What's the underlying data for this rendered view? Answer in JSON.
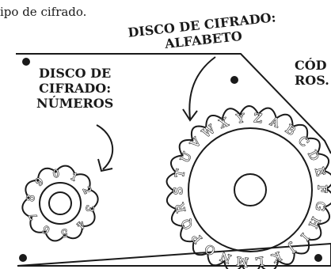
{
  "caption": "ipo de cifrado.",
  "labels": {
    "alphabet": [
      "DISCO DE CIFRADO:",
      "ALFABETO"
    ],
    "numbers": [
      "DISCO DE",
      "CIFRADO:",
      "NÚMEROS"
    ],
    "code": [
      "CÓD",
      "ROS."
    ]
  },
  "wheels": {
    "alphabet_letters": [
      "A",
      "B",
      "C",
      "D",
      "E",
      "F",
      "G",
      "H",
      "I",
      "J",
      "K",
      "L",
      "M",
      "N",
      "O",
      "P",
      "Q",
      "R",
      "S",
      "T",
      "U",
      "V",
      "W",
      "X",
      "Y",
      "Z"
    ],
    "number_digits": [
      "1",
      "2",
      "3",
      "4",
      "5",
      "6",
      "7",
      "8",
      "9",
      "0"
    ]
  },
  "colors": {
    "ink": "#1a1a1a",
    "paper": "#ffffff"
  }
}
